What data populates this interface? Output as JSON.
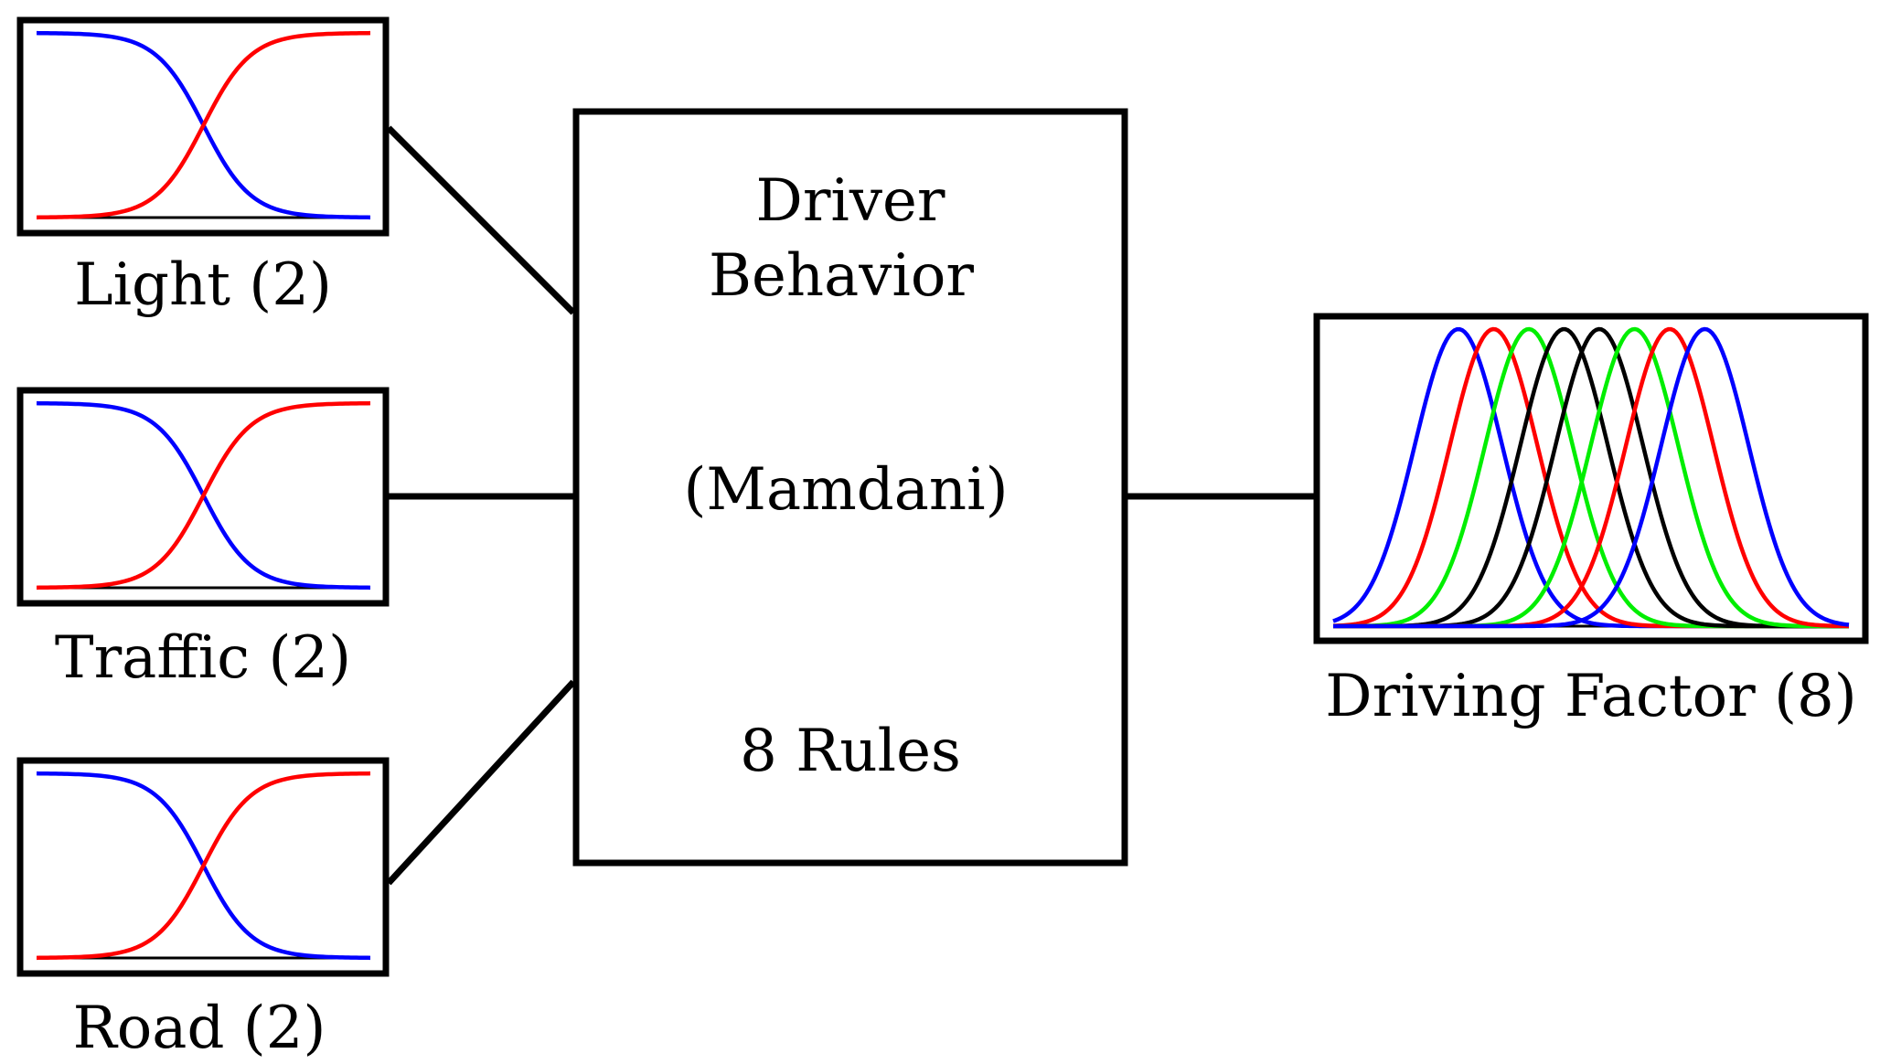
{
  "inputs": [
    {
      "label": "Light (2)",
      "mf_colors": [
        "#0000ff",
        "#ff0000"
      ]
    },
    {
      "label": "Traffic (2)",
      "mf_colors": [
        "#0000ff",
        "#ff0000"
      ]
    },
    {
      "label": "Road (2)",
      "mf_colors": [
        "#0000ff",
        "#ff0000"
      ]
    }
  ],
  "system": {
    "title_line1": "Driver",
    "title_line2": "Behavior",
    "type": "(Mamdani)",
    "rules": "8 Rules"
  },
  "output": {
    "label": "Driving Factor (8)",
    "mf_colors": [
      "#0000ff",
      "#ff0000",
      "#00ee00",
      "#000000",
      "#000000",
      "#00ee00",
      "#ff0000",
      "#0000ff"
    ]
  }
}
